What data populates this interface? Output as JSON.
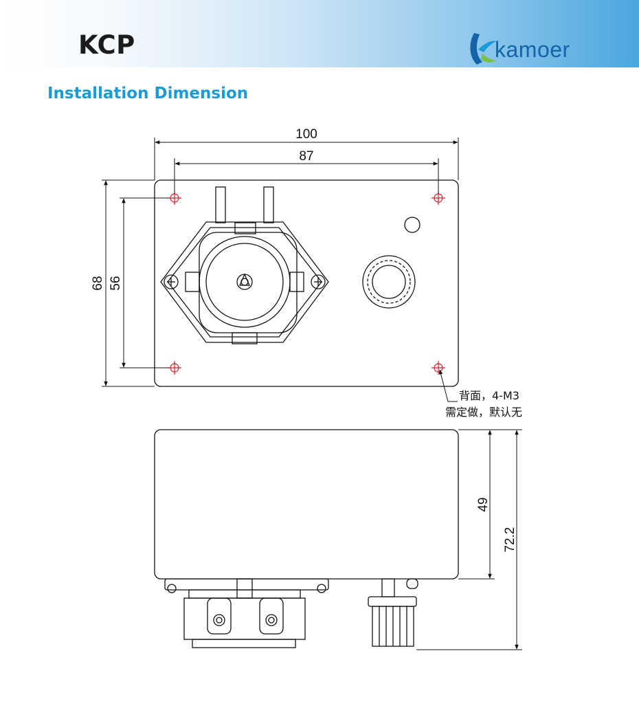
{
  "header": {
    "product_code": "KCP",
    "logo_text": "kamoer"
  },
  "section_title": "Installation Dimension",
  "dimensions": {
    "overall_width": "100",
    "hole_spacing_width": "87",
    "overall_height": "68",
    "hole_spacing_height": "56",
    "body_depth": "49",
    "total_depth": "72.2"
  },
  "hole_note": {
    "line1": "背面，4-M3",
    "line2": "需定做，默认无"
  },
  "colors": {
    "header_gradient_end": "#4aa6de",
    "title_blue": "#1a9bd6",
    "logo_blue": "#1563a8",
    "logo_green": "#7bc043",
    "hole_red": "#d0202a"
  }
}
